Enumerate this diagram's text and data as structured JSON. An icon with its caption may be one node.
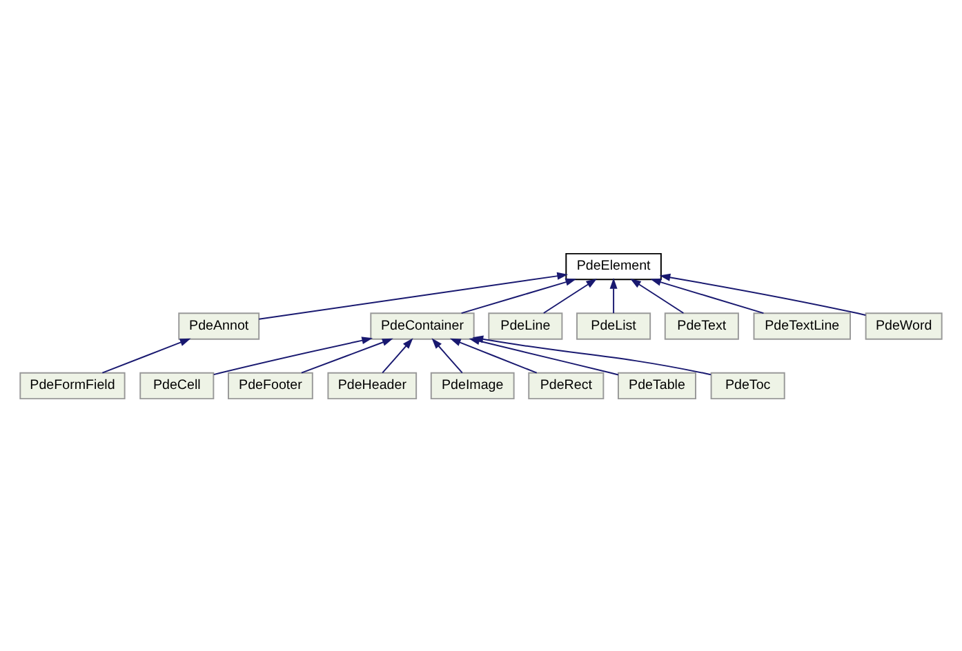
{
  "diagram": {
    "nodes": [
      {
        "text": [
          "PdeElement"
        ]
      },
      {
        "text": [
          "PdeAnnot"
        ]
      },
      {
        "text": [
          "PdeContainer"
        ]
      },
      {
        "text": [
          "PdeLine"
        ]
      },
      {
        "text": [
          "PdeList"
        ]
      },
      {
        "text": [
          "PdeText"
        ]
      },
      {
        "text": [
          "PdeTextLine"
        ]
      },
      {
        "text": [
          "PdeWord"
        ]
      },
      {
        "text": [
          "PdeFormField"
        ]
      },
      {
        "text": [
          "PdeCell"
        ]
      },
      {
        "text": [
          "PdeFooter"
        ]
      },
      {
        "text": [
          "PdeHeader"
        ]
      },
      {
        "text": [
          "PdeImage"
        ]
      },
      {
        "text": [
          "PdeRect"
        ]
      },
      {
        "text": [
          "PdeTable"
        ]
      },
      {
        "text": [
          "PdeToc"
        ]
      }
    ],
    "edges": [
      {
        "from": 1,
        "to": 0,
        "arrow": "to"
      },
      {
        "from": 2,
        "to": 0,
        "arrow": "to"
      },
      {
        "from": 3,
        "to": 0,
        "arrow": "to"
      },
      {
        "from": 4,
        "to": 0,
        "arrow": "to"
      },
      {
        "from": 5,
        "to": 0,
        "arrow": "to"
      },
      {
        "from": 6,
        "to": 0,
        "arrow": "to"
      },
      {
        "from": 7,
        "to": 0,
        "arrow": "to"
      },
      {
        "from": 8,
        "to": 1,
        "arrow": "to"
      },
      {
        "from": 9,
        "to": 2,
        "arrow": "to"
      },
      {
        "from": 10,
        "to": 2,
        "arrow": "to"
      },
      {
        "from": 11,
        "to": 2,
        "arrow": "to"
      },
      {
        "from": 12,
        "to": 2,
        "arrow": "to"
      },
      {
        "from": 13,
        "to": 2,
        "arrow": "to"
      },
      {
        "from": 14,
        "to": 2,
        "arrow": "to"
      },
      {
        "from": 15,
        "to": 2,
        "arrow": "to"
      }
    ]
  }
}
